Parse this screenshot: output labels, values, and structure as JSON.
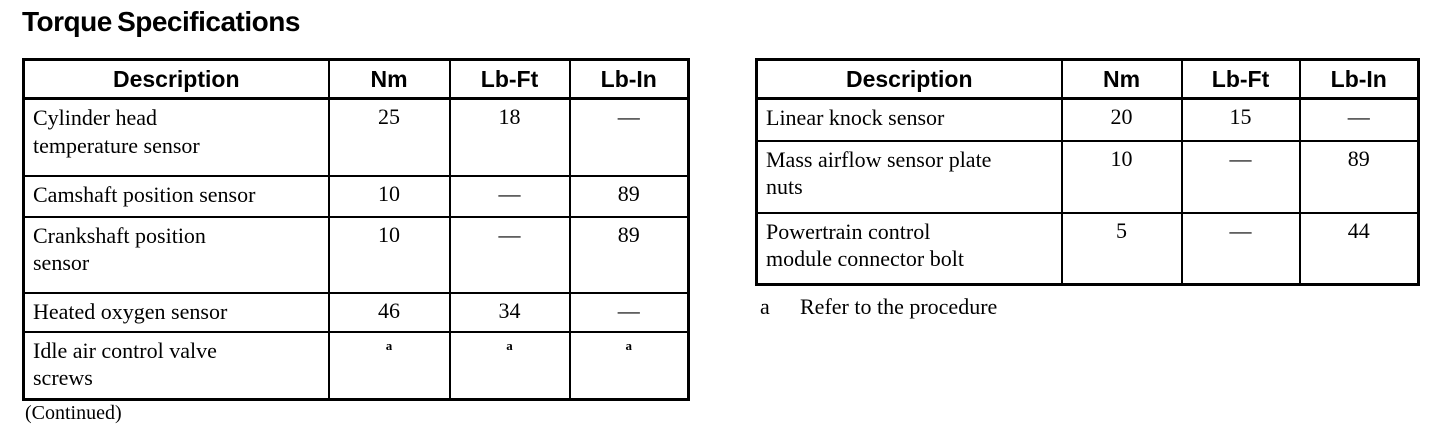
{
  "page": {
    "title": "Torque Specifications",
    "continued_label": "(Continued)"
  },
  "colors": {
    "ink": "#000000",
    "background": "#ffffff"
  },
  "tables": {
    "left": {
      "headers": [
        "Description",
        "Nm",
        "Lb-Ft",
        "Lb-In"
      ],
      "rows": [
        {
          "description": "Cylinder head\ntemperature sensor",
          "nm": "25",
          "lb_ft": "18",
          "lb_in": "—"
        },
        {
          "description": "Camshaft position sensor",
          "nm": "10",
          "lb_ft": "—",
          "lb_in": "89"
        },
        {
          "description": "Crankshaft position\nsensor",
          "nm": "10",
          "lb_ft": "—",
          "lb_in": "89"
        },
        {
          "description": "Heated oxygen sensor",
          "nm": "46",
          "lb_ft": "34",
          "lb_in": "—"
        },
        {
          "description": "Idle air control valve\nscrews",
          "nm": "a",
          "lb_ft": "a",
          "lb_in": "a"
        }
      ]
    },
    "right": {
      "headers": [
        "Description",
        "Nm",
        "Lb-Ft",
        "Lb-In"
      ],
      "rows": [
        {
          "description": "Linear knock sensor",
          "nm": "20",
          "lb_ft": "15",
          "lb_in": "—"
        },
        {
          "description": "Mass airflow sensor plate\nnuts",
          "nm": "10",
          "lb_ft": "—",
          "lb_in": "89"
        },
        {
          "description": "Powertrain control\nmodule connector bolt",
          "nm": "5",
          "lb_ft": "—",
          "lb_in": "44"
        }
      ]
    }
  },
  "footnote": {
    "marker": "a",
    "text": "Refer to the procedure"
  }
}
